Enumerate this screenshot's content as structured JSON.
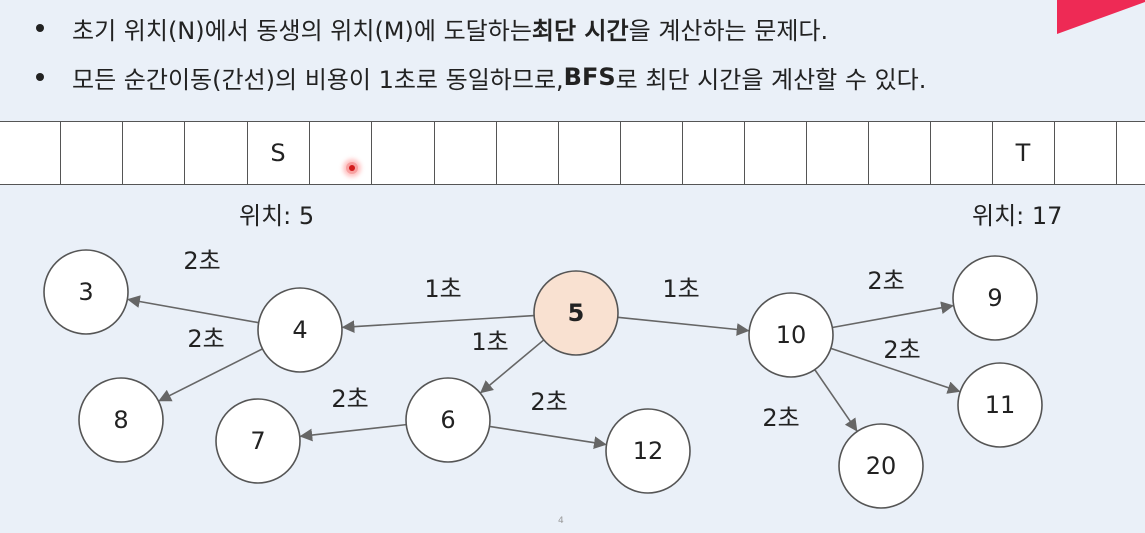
{
  "bullets": [
    {
      "pre": "초기 위치(N)에서 동생의 위치(M)에 도달하는 ",
      "bold": "최단 시간",
      "post": "을 계산하는 문제다."
    },
    {
      "pre": "모든 순간이동(간선)의 비용이 1초로 동일하므로, ",
      "bold": "BFS",
      "post": "로 최단 시간을 계산할 수 있다."
    }
  ],
  "strip": {
    "start_marker": "S",
    "target_marker": "T",
    "start_label": "위치: 5",
    "target_label": "위치: 17"
  },
  "graph": {
    "nodes": [
      {
        "id": "5",
        "label": "5",
        "highlight": true
      },
      {
        "id": "4",
        "label": "4"
      },
      {
        "id": "6",
        "label": "6"
      },
      {
        "id": "10",
        "label": "10"
      },
      {
        "id": "3",
        "label": "3"
      },
      {
        "id": "8",
        "label": "8"
      },
      {
        "id": "7",
        "label": "7"
      },
      {
        "id": "12",
        "label": "12"
      },
      {
        "id": "9",
        "label": "9"
      },
      {
        "id": "11",
        "label": "11"
      },
      {
        "id": "20",
        "label": "20"
      }
    ],
    "edges": [
      {
        "from": "5",
        "to": "4",
        "label": "1초"
      },
      {
        "from": "5",
        "to": "6",
        "label": "1초"
      },
      {
        "from": "5",
        "to": "10",
        "label": "1초"
      },
      {
        "from": "4",
        "to": "3",
        "label": "2초"
      },
      {
        "from": "4",
        "to": "8",
        "label": "2초"
      },
      {
        "from": "6",
        "to": "7",
        "label": "2초"
      },
      {
        "from": "6",
        "to": "12",
        "label": "2초"
      },
      {
        "from": "10",
        "to": "9",
        "label": "2초"
      },
      {
        "from": "10",
        "to": "11",
        "label": "2초"
      },
      {
        "from": "10",
        "to": "20",
        "label": "2초"
      }
    ]
  },
  "page_number": "4",
  "colors": {
    "highlight_fill": "#f9e1d1",
    "corner_accent": "#ee2a55",
    "edge": "#666666"
  }
}
